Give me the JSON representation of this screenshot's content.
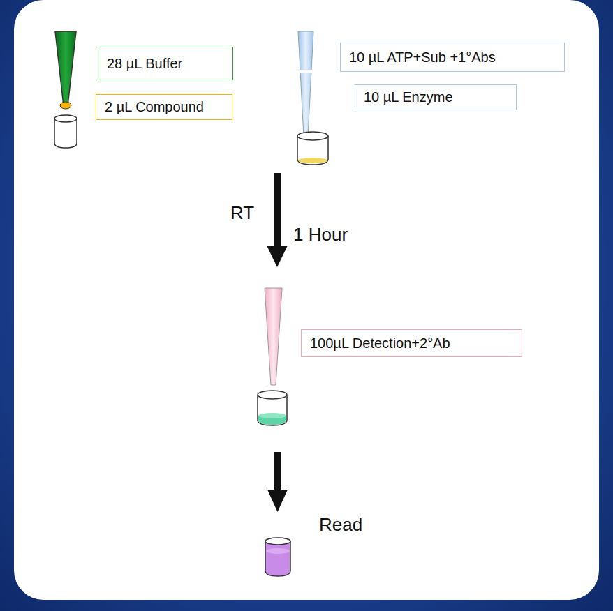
{
  "diagram": {
    "nodes": [
      {
        "text": [
          "28 µL Buffer"
        ]
      },
      {
        "text": [
          "2 µL Compound"
        ]
      },
      {
        "text": [
          "10 µL ATP+Sub +1°Abs"
        ]
      },
      {
        "text": [
          "10 µL Enzyme"
        ]
      },
      {
        "text": [
          "100µL Detection+2°Ab"
        ]
      }
    ],
    "labels": [
      "RT",
      "1 Hour",
      "Read"
    ]
  }
}
